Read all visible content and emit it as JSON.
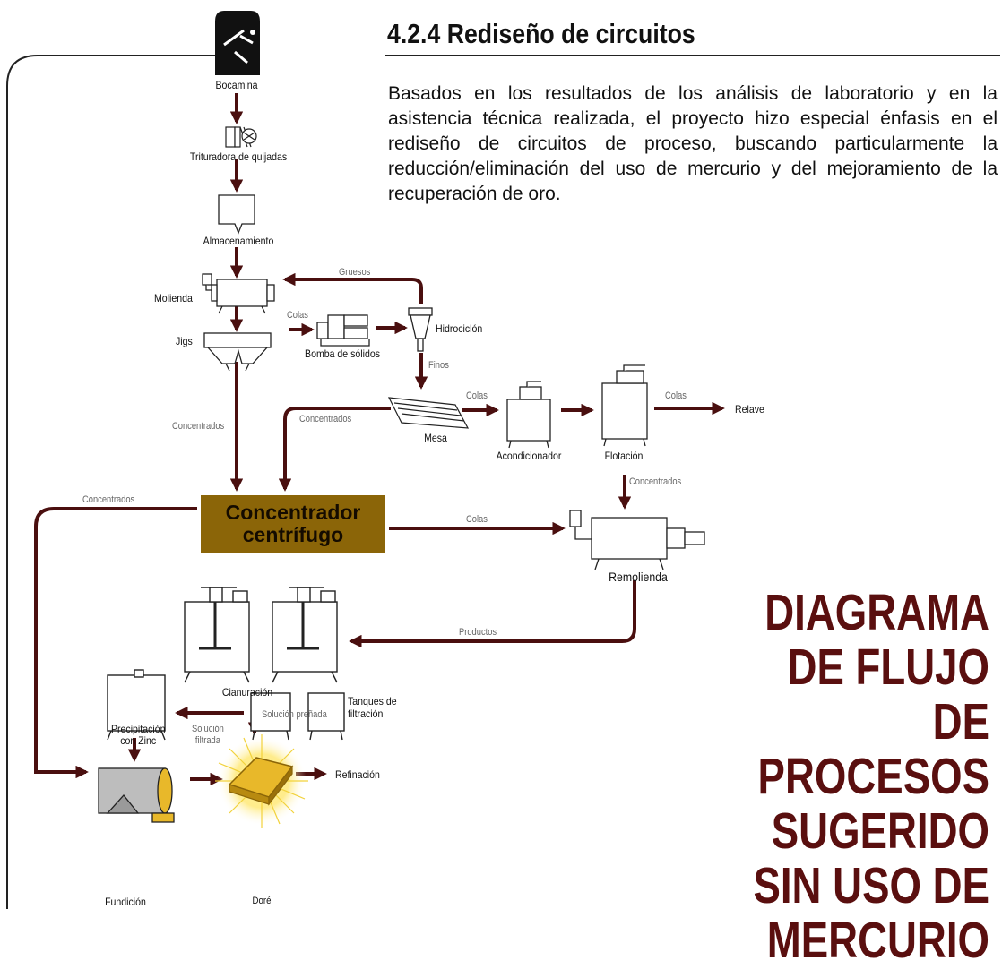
{
  "header": {
    "title": "4.2.4 Rediseño de circuitos",
    "intro": "Basados en los resultados de los análisis de laboratorio y en la asistencia técnica realizada, el proyecto hizo especial énfasis en el rediseño de circuitos de proceso, buscando particularmente la reducción/eliminación del uso de mercurio y del mejoramiento de la recuperación de oro."
  },
  "big_title": [
    "DIAGRAMA",
    "DE FLUJO DE",
    "PROCESOS",
    "SUGERIDO",
    "SIN USO DE",
    "MERCURIO"
  ],
  "nodes": {
    "bocamina": "Bocamina",
    "trituradora": "Trituradora de quijadas",
    "almacenamiento": "Almacenamiento",
    "molienda": "Molienda",
    "jigs": "Jigs",
    "bomba": "Bomba de sólidos",
    "hidrociclon": "Hidrociclón",
    "mesa": "Mesa",
    "acondicionador": "Acondicionador",
    "flotacion": "Flotación",
    "relave": "Relave",
    "concentrador_1": "Concentrador",
    "concentrador_2": "centrífugo",
    "remolienda": "Remolienda",
    "cianuracion": "Cianuración",
    "tanques_1": "Tanques de",
    "tanques_2": "filtración",
    "precipitacion_1": "Precipitación",
    "precipitacion_2": "con Zinc",
    "fundicion": "Fundición",
    "dore": "Doré",
    "refinacion": "Refinación"
  },
  "flows": {
    "gruesos": "Gruesos",
    "colas_jigs": "Colas",
    "finos": "Finos",
    "colas_mesa": "Colas",
    "colas_flotacion": "Colas",
    "concentrados_jigs": "Concentrados",
    "concentrados_mesa": "Concentrados",
    "concentrados_flotacion": "Concentrados",
    "concentrados_centrifugo": "Concentrados",
    "colas_centrifugo": "Colas",
    "productos": "Productos",
    "solucion_prenada": "Solución preñada",
    "solucion_filtrada_1": "Solución",
    "solucion_filtrada_2": "filtrada"
  },
  "colors": {
    "arrow": "#4a0f0f",
    "concentrator_box": "#8b6508",
    "big_title": "#5a0f0f",
    "gold": "#e8b82a"
  }
}
